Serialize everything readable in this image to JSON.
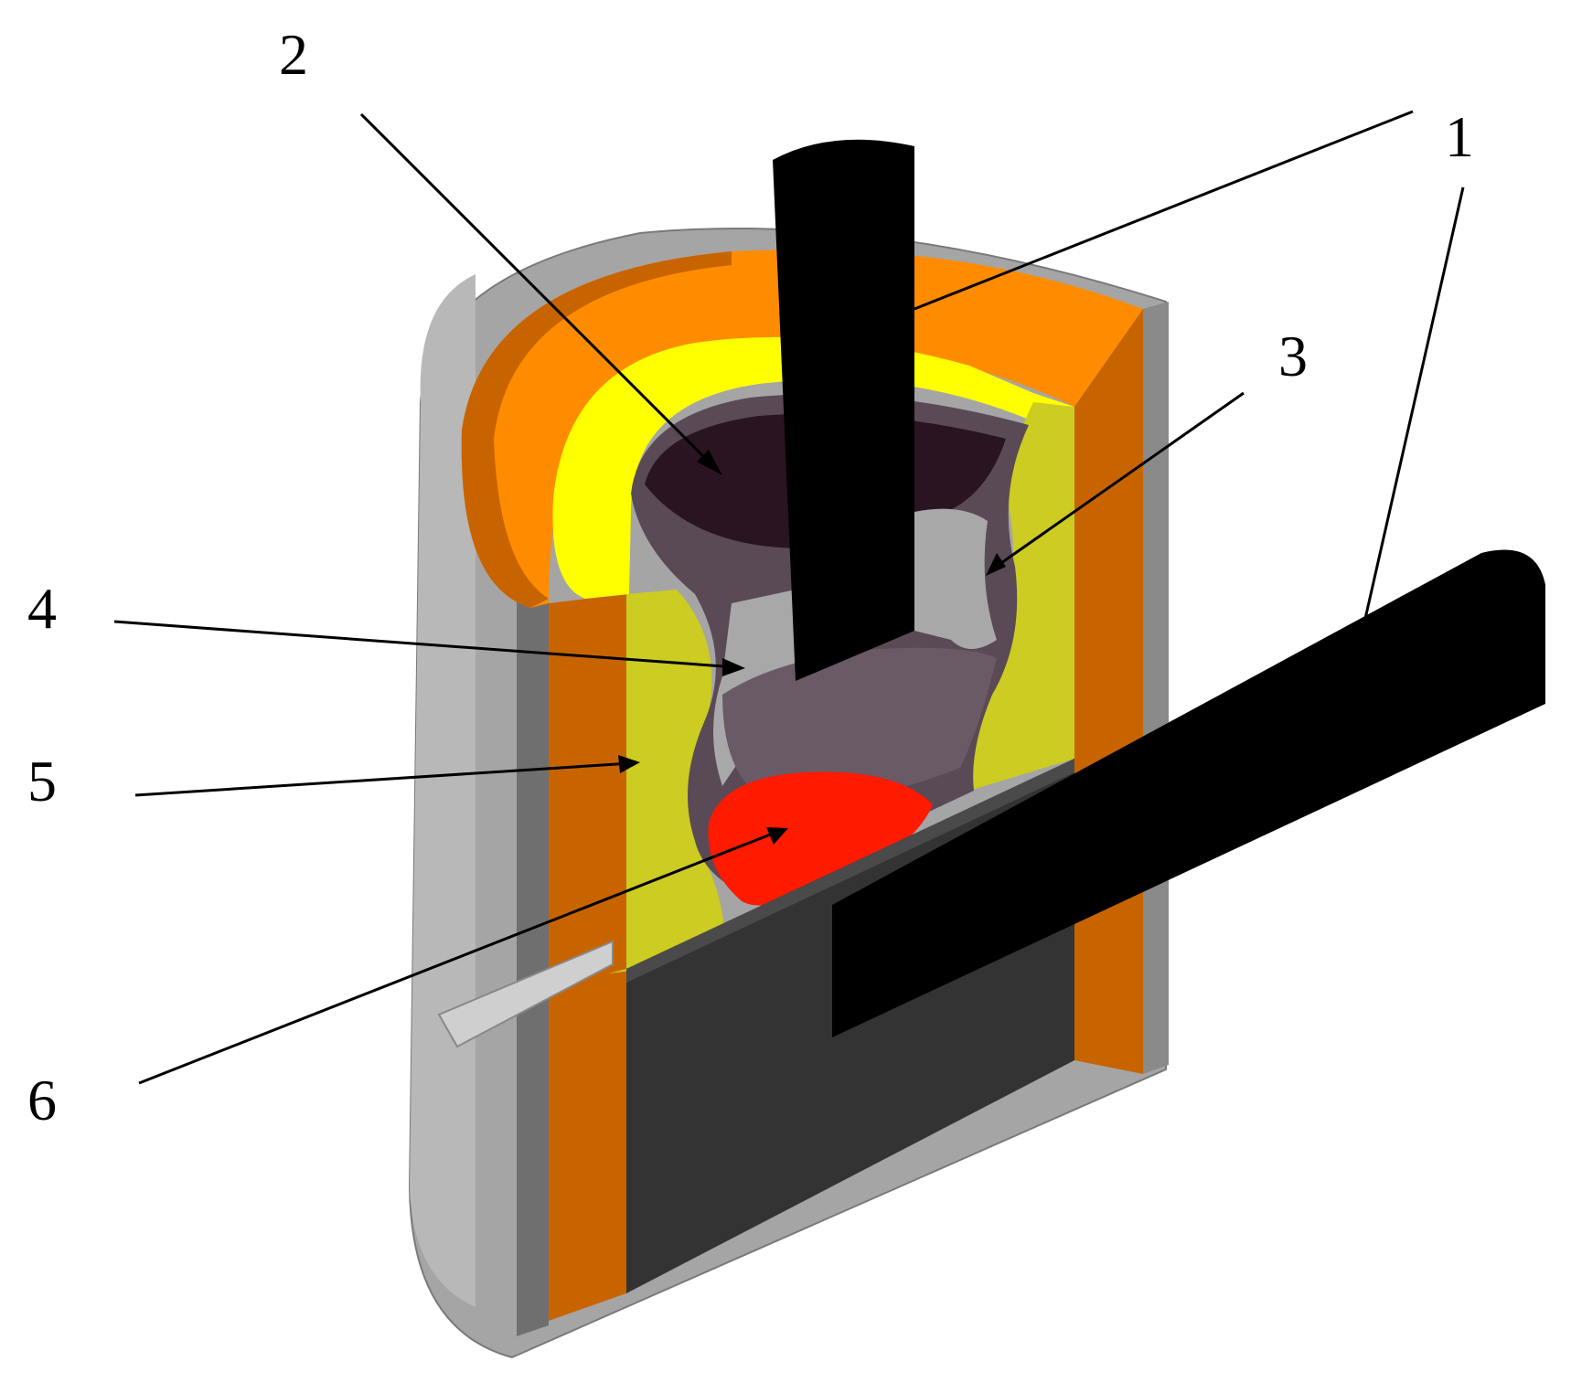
{
  "figure": {
    "callouts": [
      {
        "id": "lbl-2",
        "text": "2"
      },
      {
        "id": "lbl-1a",
        "text": "1"
      },
      {
        "id": "lbl-3",
        "text": "3"
      },
      {
        "id": "lbl-4",
        "text": "4"
      },
      {
        "id": "lbl-5",
        "text": "5"
      },
      {
        "id": "lbl-6",
        "text": "6"
      }
    ]
  },
  "colors": {
    "outer_shell": "#a5a5a5",
    "shell_dark": "#6f6f6f",
    "orange_insulation": "#ff8c00",
    "orange_dark": "#c86400",
    "yellow_top": "#ffff00",
    "olive_fill": "#cccc22",
    "crucible_wall": "#5a4a55",
    "crucible_inner": "#2a1422",
    "melt": "#ff1a00",
    "electrode": "#000000",
    "base_block": "#333333"
  }
}
